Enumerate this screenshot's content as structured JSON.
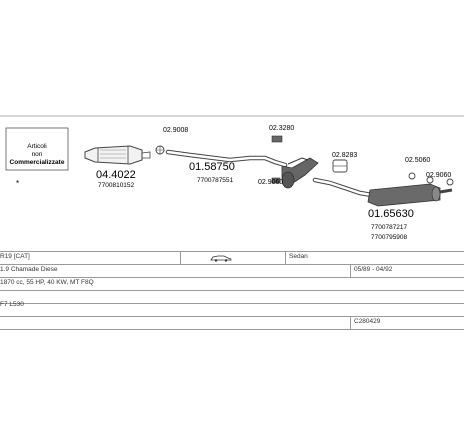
{
  "note": {
    "line1": "Articoli",
    "line2": "non",
    "line3": "Commercializzate"
  },
  "parts": [
    {
      "code": "04.4022",
      "ref": "7700810152"
    },
    {
      "code": "02.9008",
      "ref": ""
    },
    {
      "code": "01.58750",
      "ref": "7700787551"
    },
    {
      "code": "02.3280",
      "ref": ""
    },
    {
      "code": "02.9060",
      "ref": ""
    },
    {
      "code": "02.8283",
      "ref": ""
    },
    {
      "code": "02.5060",
      "ref": ""
    },
    {
      "code": "02.9060",
      "ref": ""
    },
    {
      "code": "01.65630",
      "ref": "7700787217"
    },
    {
      "code": "",
      "ref": "7700795908"
    }
  ],
  "vehicle": {
    "model": "R19 [CAT]",
    "body": "Sedan",
    "engine": "1.9 Chamade Diese",
    "dates": "05/89 - 04/92",
    "spec": "1870 cc, 55 HP, 40 KW, MT F8Q",
    "code": "F7 L530",
    "catalog": "C280429"
  },
  "colors": {
    "line": "#9a9a9a",
    "part": "#555555",
    "text": "#1a1a1a"
  }
}
